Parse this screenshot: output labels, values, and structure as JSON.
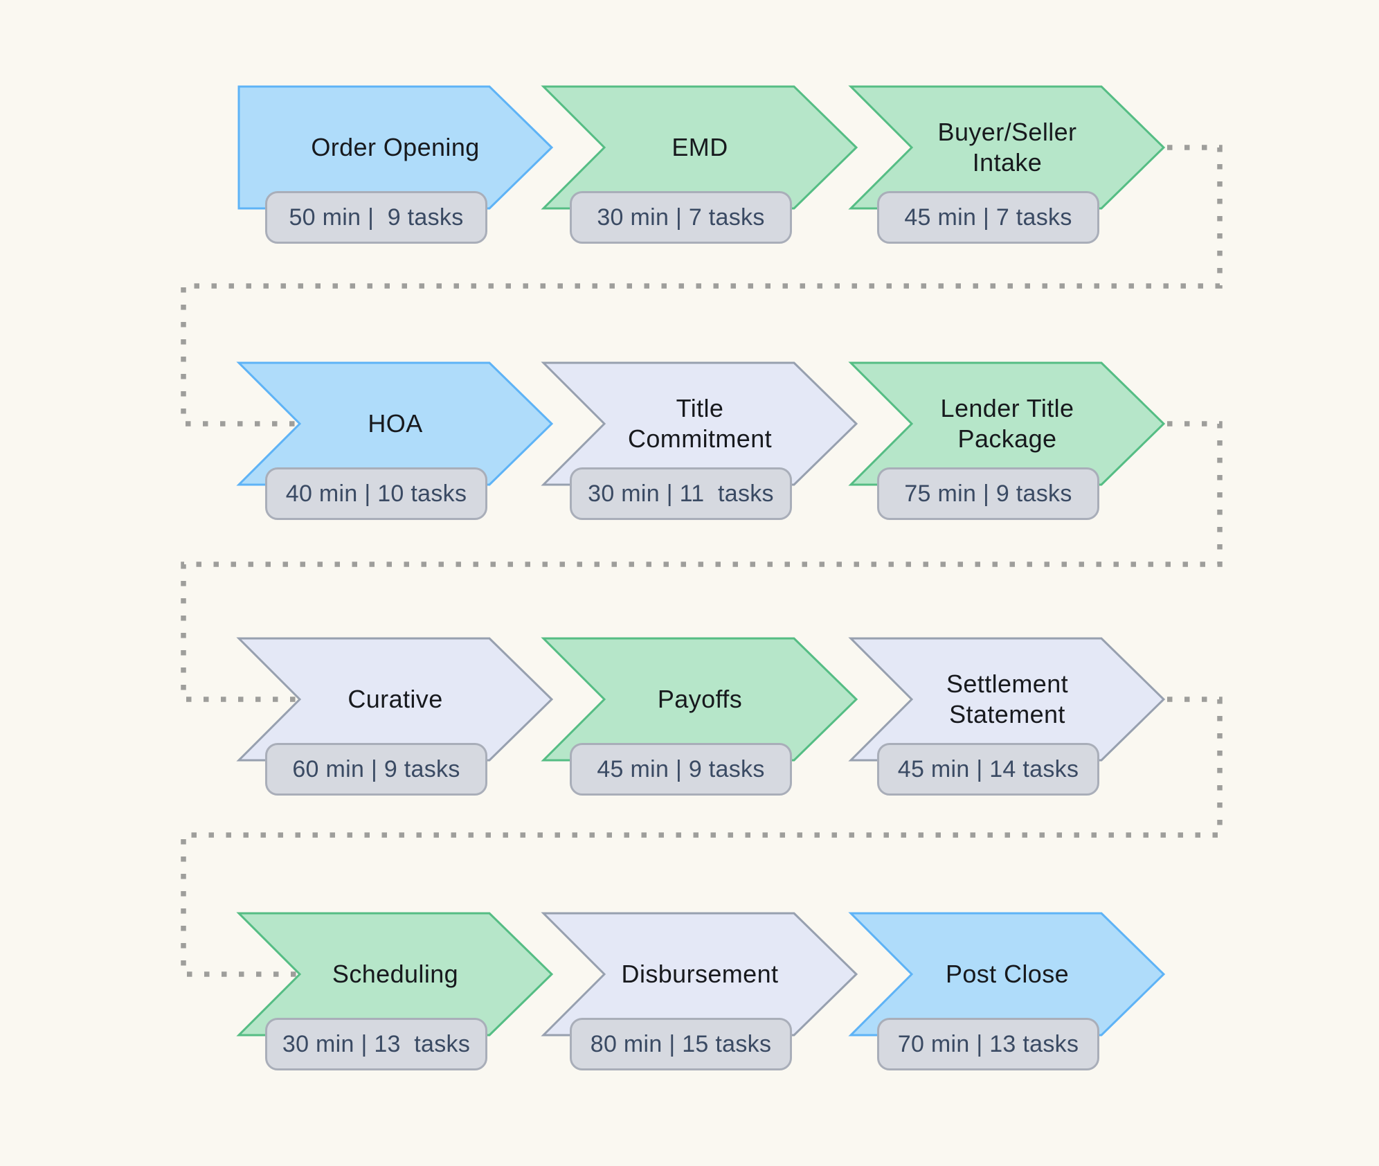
{
  "colors": {
    "background": "#FAF8F1",
    "label_text": "#17191D",
    "connector": "#9E9E9B",
    "badge": {
      "fill": "#D6D9E0",
      "stroke": "#A9AEB9",
      "text": "#3A4A63"
    },
    "blue": {
      "fill": "#AFDCFA",
      "stroke": "#5EB3F6"
    },
    "green": {
      "fill": "#B6E6C9",
      "stroke": "#55BD84"
    },
    "gray": {
      "fill": "#E4E8F6",
      "stroke": "#97A0AF"
    }
  },
  "stages": [
    {
      "label": "Order Opening",
      "badge": "50 min |  9 tasks",
      "color": "blue"
    },
    {
      "label": "EMD",
      "badge": "30 min | 7 tasks",
      "color": "green"
    },
    {
      "label": "Buyer/Seller\nIntake",
      "badge": "45 min | 7 tasks",
      "color": "green"
    },
    {
      "label": "HOA",
      "badge": "40 min | 10 tasks",
      "color": "blue"
    },
    {
      "label": "Title\nCommitment",
      "badge": "30 min | 11  tasks",
      "color": "gray"
    },
    {
      "label": "Lender Title\nPackage",
      "badge": "75 min | 9 tasks",
      "color": "green"
    },
    {
      "label": "Curative",
      "badge": "60 min | 9 tasks",
      "color": "gray"
    },
    {
      "label": "Payoffs",
      "badge": "45 min | 9 tasks",
      "color": "green"
    },
    {
      "label": "Settlement\nStatement",
      "badge": "45 min | 14 tasks",
      "color": "gray"
    },
    {
      "label": "Scheduling",
      "badge": "30 min | 13  tasks",
      "color": "green"
    },
    {
      "label": "Disbursement",
      "badge": "80 min | 15 tasks",
      "color": "gray"
    },
    {
      "label": "Post Close",
      "badge": "70 min | 13 tasks",
      "color": "blue"
    }
  ]
}
